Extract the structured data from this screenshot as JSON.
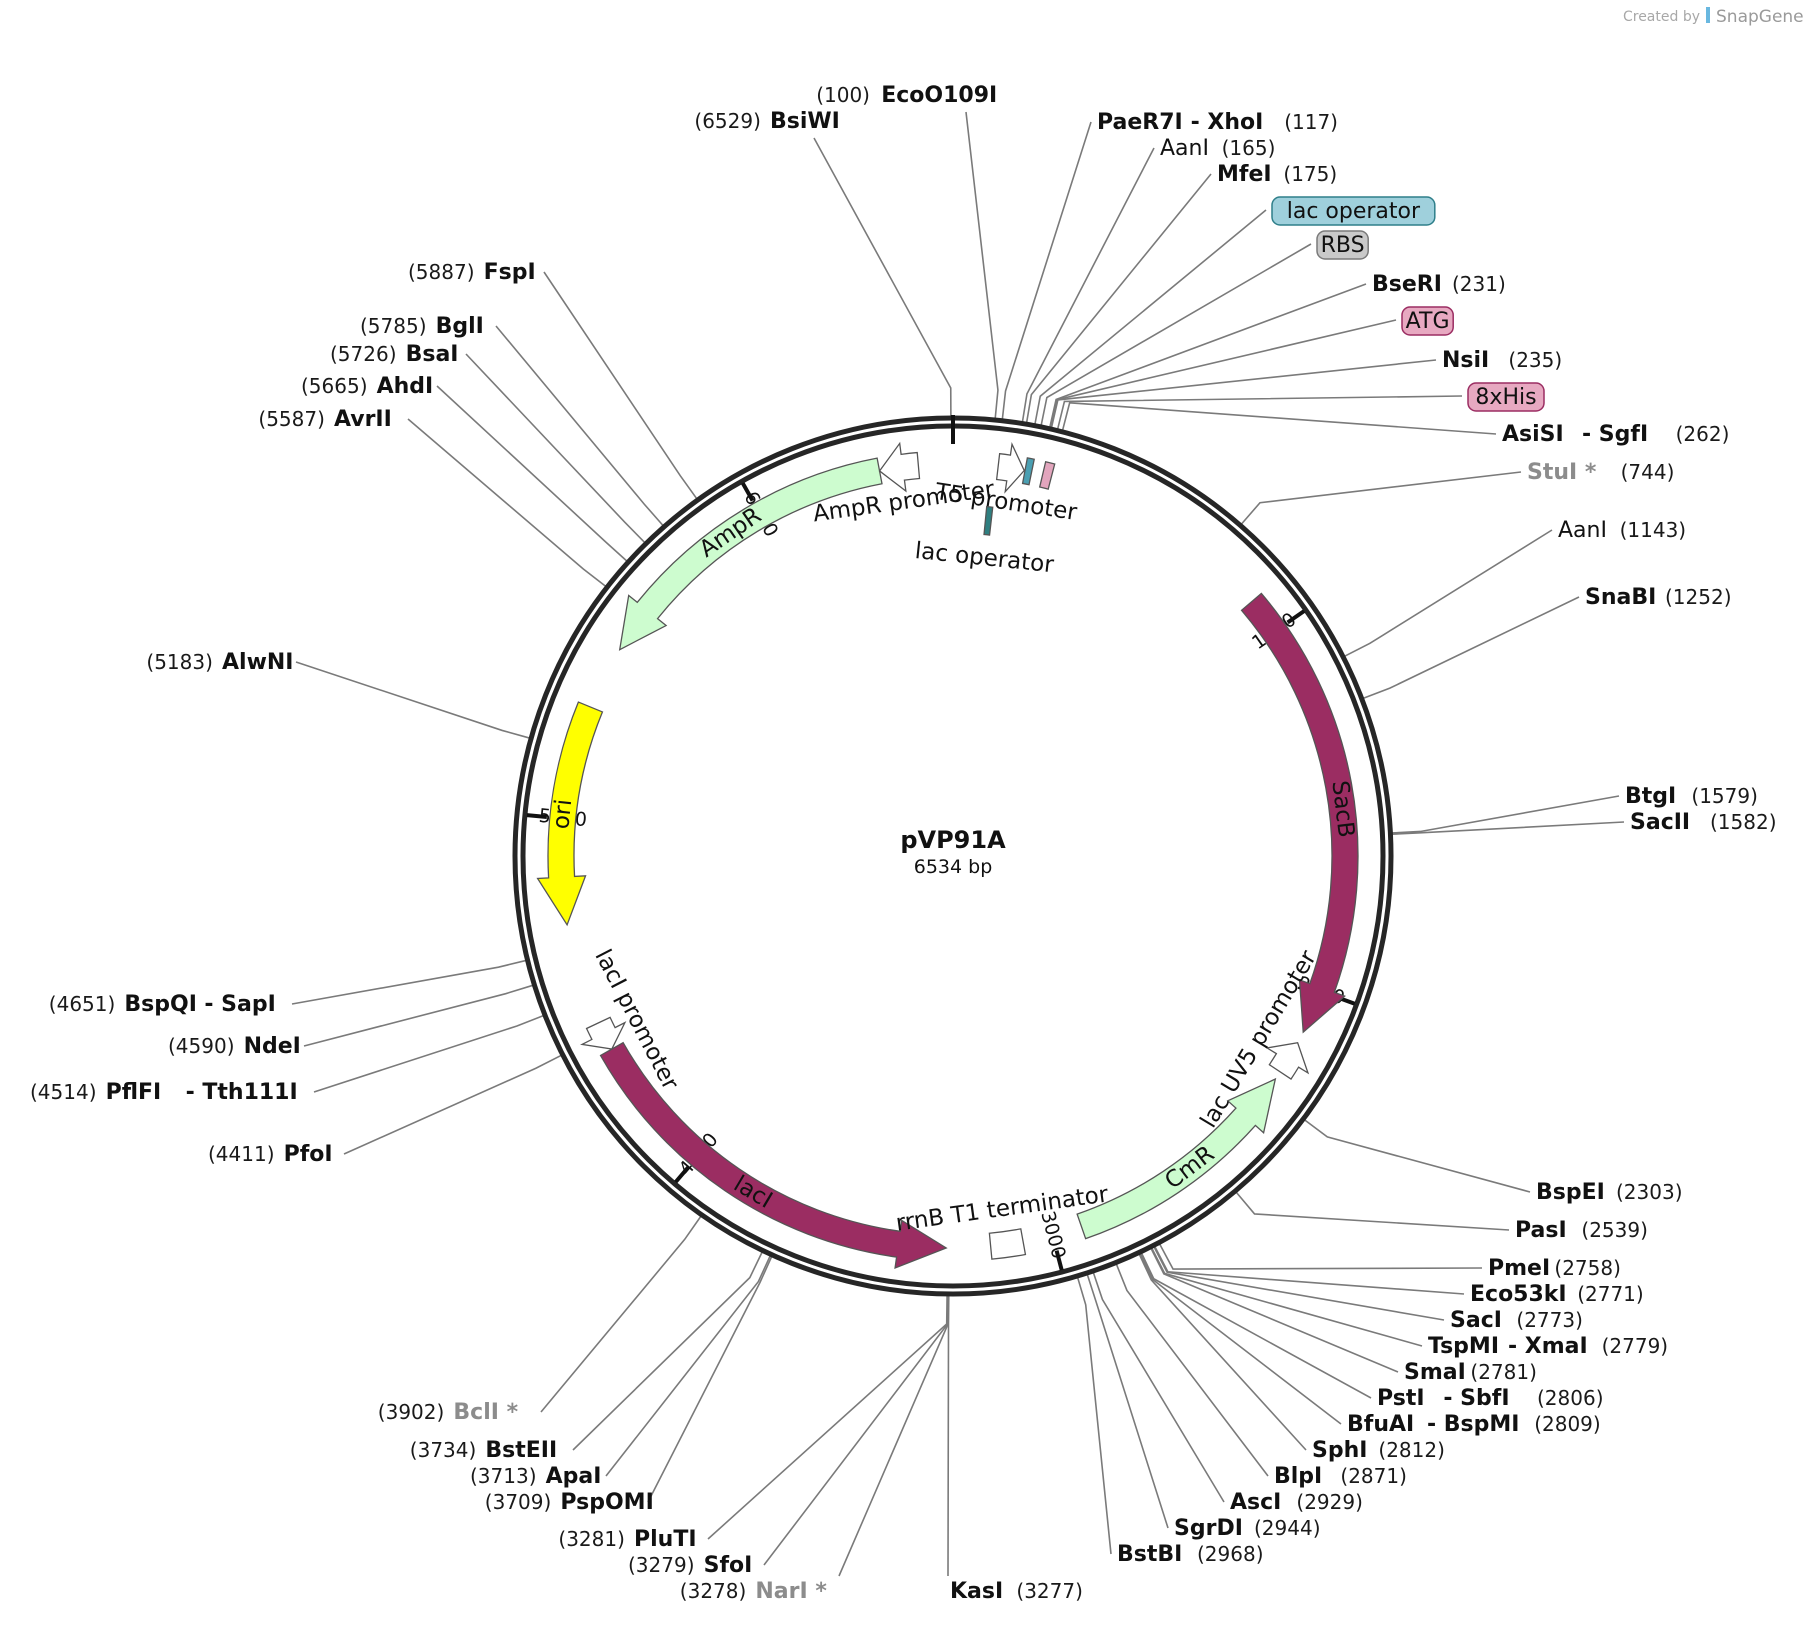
{
  "credit": {
    "created_by": "Created by",
    "brand": "SnapGene"
  },
  "plasmid": {
    "name": "pVP91A",
    "length_label": "6534 bp",
    "length": 6534
  },
  "ticks": [
    1000,
    2000,
    3000,
    4000,
    5000,
    6000
  ],
  "features": [
    {
      "name": "SacB",
      "start": 900,
      "end": 2118,
      "dir": 1,
      "color": "#9b2d62",
      "ring": 0,
      "label_mode": "inside",
      "label_color": "#111111"
    },
    {
      "name": "CmR",
      "start": 2263,
      "end": 2920,
      "dir": -1,
      "color": "#cdfccf",
      "ring": 0,
      "label_mode": "inside",
      "label_color": "#111111"
    },
    {
      "name": "lacI",
      "start": 3285,
      "end": 4365,
      "dir": -1,
      "color": "#9b2d62",
      "ring": 0,
      "label_mode": "inside",
      "label_color": "#ffffff"
    },
    {
      "name": "ori",
      "start": 4717,
      "end": 5306,
      "dir": -1,
      "color": "#ffff00",
      "ring": 0,
      "label_mode": "inside",
      "label_color": "#111111"
    },
    {
      "name": "AmpR",
      "start": 5477,
      "end": 6338,
      "dir": -1,
      "color": "#cdfccf",
      "ring": 0,
      "label_mode": "inside",
      "label_color": "#111111"
    },
    {
      "name": "AmpR promoter",
      "start": 6338,
      "end": 6442,
      "dir": -1,
      "color": "#ffffff",
      "ring": 0,
      "label_mode": "inner",
      "label_color": "#111111"
    },
    {
      "name": "T5 promoter",
      "start": 120,
      "end": 190,
      "dir": 1,
      "color": "#ffffff",
      "ring": 0,
      "label_mode": "inner",
      "label_color": "#111111"
    },
    {
      "name": "lac operator",
      "start": 192,
      "end": 210,
      "dir": 0,
      "color": "#4a9fb2",
      "ring": 0,
      "label_mode": "none",
      "label_color": "#111111"
    },
    {
      "name": "8xHis",
      "start": 240,
      "end": 264,
      "dir": 0,
      "color": "#e2a5bd",
      "ring": 0,
      "label_mode": "none",
      "label_color": "#111111"
    },
    {
      "name": "lac operator",
      "start": 100,
      "end": 118,
      "dir": 0,
      "color": "#2f7f80",
      "ring": 1,
      "label_mode": "inner2",
      "label_color": "#111111"
    },
    {
      "name": "lac UV5 promoter",
      "start": 2150,
      "end": 2240,
      "dir": -1,
      "color": "#ffffff",
      "ring": 0,
      "label_mode": "inner",
      "label_color": "#111111"
    },
    {
      "name": "rrnB T1 terminator",
      "start": 3080,
      "end": 3167,
      "dir": 0,
      "color": "#ffffff",
      "ring": 0,
      "label_mode": "inner",
      "label_color": "#111111"
    },
    {
      "name": "lacI promoter",
      "start": 4365,
      "end": 4443,
      "dir": -1,
      "color": "#ffffff",
      "ring": 0,
      "label_mode": "inner",
      "label_color": "#111111"
    }
  ],
  "sites": [
    {
      "pos": 100,
      "parts": [
        [
          "(100)",
          "num"
        ],
        [
          "EcoO109I",
          "name"
        ]
      ]
    },
    {
      "pos": 6529,
      "parts": [
        [
          "(6529)",
          "num"
        ],
        [
          "BsiWI",
          "name"
        ]
      ]
    },
    {
      "pos": 117,
      "parts": [
        [
          "PaeR7I",
          "name"
        ],
        [
          "- XhoI",
          "name"
        ],
        [
          "(117)",
          "num"
        ]
      ]
    },
    {
      "pos": 165,
      "parts": [
        [
          "AanI",
          "plain"
        ],
        [
          "(165)",
          "num"
        ]
      ]
    },
    {
      "pos": 175,
      "parts": [
        [
          "MfeI",
          "name"
        ],
        [
          "(175)",
          "num"
        ]
      ]
    },
    {
      "pos": 195,
      "parts": [
        [
          "lac operator",
          "box_blue"
        ]
      ]
    },
    {
      "pos": 210,
      "parts": [
        [
          "RBS",
          "box_gray"
        ]
      ]
    },
    {
      "pos": 231,
      "parts": [
        [
          "BseRI",
          "name"
        ],
        [
          "(231)",
          "num"
        ]
      ]
    },
    {
      "pos": 233,
      "parts": [
        [
          "ATG",
          "box_pink"
        ]
      ]
    },
    {
      "pos": 235,
      "parts": [
        [
          "NsiI",
          "name"
        ],
        [
          "(235)",
          "num"
        ]
      ]
    },
    {
      "pos": 250,
      "parts": [
        [
          "8xHis",
          "box_pink"
        ]
      ]
    },
    {
      "pos": 262,
      "parts": [
        [
          "AsiSI",
          "name"
        ],
        [
          "- SgfI",
          "name"
        ],
        [
          "(262)",
          "num"
        ]
      ]
    },
    {
      "pos": 744,
      "parts": [
        [
          "StuI *",
          "gray"
        ],
        [
          "(744)",
          "num"
        ]
      ]
    },
    {
      "pos": 1143,
      "parts": [
        [
          "AanI",
          "plain"
        ],
        [
          "(1143)",
          "num"
        ]
      ]
    },
    {
      "pos": 1252,
      "parts": [
        [
          "SnaBI",
          "name"
        ],
        [
          "(1252)",
          "num"
        ]
      ]
    },
    {
      "pos": 1579,
      "parts": [
        [
          "BtgI",
          "name"
        ],
        [
          "(1579)",
          "num"
        ]
      ]
    },
    {
      "pos": 1582,
      "parts": [
        [
          "SacII",
          "name"
        ],
        [
          "(1582)",
          "num"
        ]
      ]
    },
    {
      "pos": 2303,
      "parts": [
        [
          "BspEI",
          "name"
        ],
        [
          "(2303)",
          "num"
        ]
      ]
    },
    {
      "pos": 2539,
      "parts": [
        [
          "PasI",
          "name"
        ],
        [
          "(2539)",
          "num"
        ]
      ]
    },
    {
      "pos": 2758,
      "parts": [
        [
          "PmeI",
          "name"
        ],
        [
          "(2758)",
          "num"
        ]
      ]
    },
    {
      "pos": 2771,
      "parts": [
        [
          "Eco53kI",
          "name"
        ],
        [
          "(2771)",
          "num"
        ]
      ]
    },
    {
      "pos": 2773,
      "parts": [
        [
          "SacI",
          "name"
        ],
        [
          "(2773)",
          "num"
        ]
      ]
    },
    {
      "pos": 2779,
      "parts": [
        [
          "TspMI",
          "name"
        ],
        [
          "- XmaI",
          "name"
        ],
        [
          "(2779)",
          "num"
        ]
      ]
    },
    {
      "pos": 2781,
      "parts": [
        [
          "SmaI",
          "name"
        ],
        [
          "(2781)",
          "num"
        ]
      ]
    },
    {
      "pos": 2806,
      "parts": [
        [
          "PstI",
          "name"
        ],
        [
          "- SbfI",
          "name"
        ],
        [
          "(2806)",
          "num"
        ]
      ]
    },
    {
      "pos": 2809,
      "parts": [
        [
          "BfuAI",
          "name"
        ],
        [
          "- BspMI",
          "name"
        ],
        [
          "(2809)",
          "num"
        ]
      ]
    },
    {
      "pos": 2812,
      "parts": [
        [
          "SphI",
          "name"
        ],
        [
          "(2812)",
          "num"
        ]
      ]
    },
    {
      "pos": 2871,
      "parts": [
        [
          "BlpI",
          "name"
        ],
        [
          "(2871)",
          "num"
        ]
      ]
    },
    {
      "pos": 2929,
      "parts": [
        [
          "AscI",
          "name"
        ],
        [
          "(2929)",
          "num"
        ]
      ]
    },
    {
      "pos": 2944,
      "parts": [
        [
          "SgrDI",
          "name"
        ],
        [
          "(2944)",
          "num"
        ]
      ]
    },
    {
      "pos": 2968,
      "parts": [
        [
          "BstBI",
          "name"
        ],
        [
          "(2968)",
          "num"
        ]
      ]
    },
    {
      "pos": 3277,
      "parts": [
        [
          "KasI",
          "name"
        ],
        [
          "(3277)",
          "num"
        ]
      ]
    },
    {
      "pos": 3278,
      "parts": [
        [
          "(3278)",
          "num"
        ],
        [
          "NarI *",
          "gray"
        ]
      ]
    },
    {
      "pos": 3279,
      "parts": [
        [
          "(3279)",
          "num"
        ],
        [
          "SfoI",
          "name"
        ]
      ]
    },
    {
      "pos": 3281,
      "parts": [
        [
          "(3281)",
          "num"
        ],
        [
          "PluTI",
          "name"
        ]
      ]
    },
    {
      "pos": 3709,
      "parts": [
        [
          "(3709)",
          "num"
        ],
        [
          "PspOMI",
          "name"
        ]
      ]
    },
    {
      "pos": 3713,
      "parts": [
        [
          "(3713)",
          "num"
        ],
        [
          "ApaI",
          "name"
        ]
      ]
    },
    {
      "pos": 3734,
      "parts": [
        [
          "(3734)",
          "num"
        ],
        [
          "BstEII",
          "name"
        ]
      ]
    },
    {
      "pos": 3902,
      "parts": [
        [
          "(3902)",
          "num"
        ],
        [
          "BclI *",
          "gray"
        ]
      ]
    },
    {
      "pos": 4411,
      "parts": [
        [
          "(4411)",
          "num"
        ],
        [
          "PfoI",
          "name"
        ]
      ]
    },
    {
      "pos": 4514,
      "parts": [
        [
          "(4514)",
          "num"
        ],
        [
          "PflFI",
          "name"
        ],
        [
          "- Tth111I",
          "name"
        ]
      ]
    },
    {
      "pos": 4590,
      "parts": [
        [
          "(4590)",
          "num"
        ],
        [
          "NdeI",
          "name"
        ]
      ]
    },
    {
      "pos": 4651,
      "parts": [
        [
          "(4651)",
          "num"
        ],
        [
          "BspQI",
          "name"
        ],
        [
          "- SapI",
          "name"
        ]
      ]
    },
    {
      "pos": 5183,
      "parts": [
        [
          "(5183)",
          "num"
        ],
        [
          "AlwNI",
          "name"
        ]
      ]
    },
    {
      "pos": 5587,
      "parts": [
        [
          "(5587)",
          "num"
        ],
        [
          "AvrII",
          "name"
        ]
      ]
    },
    {
      "pos": 5665,
      "parts": [
        [
          "(5665)",
          "num"
        ],
        [
          "AhdI",
          "name"
        ]
      ]
    },
    {
      "pos": 5726,
      "parts": [
        [
          "(5726)",
          "num"
        ],
        [
          "BsaI",
          "name"
        ]
      ]
    },
    {
      "pos": 5785,
      "parts": [
        [
          "(5785)",
          "num"
        ],
        [
          "BglI",
          "name"
        ]
      ]
    },
    {
      "pos": 5887,
      "parts": [
        [
          "(5887)",
          "num"
        ],
        [
          "FspI",
          "name"
        ]
      ]
    }
  ]
}
